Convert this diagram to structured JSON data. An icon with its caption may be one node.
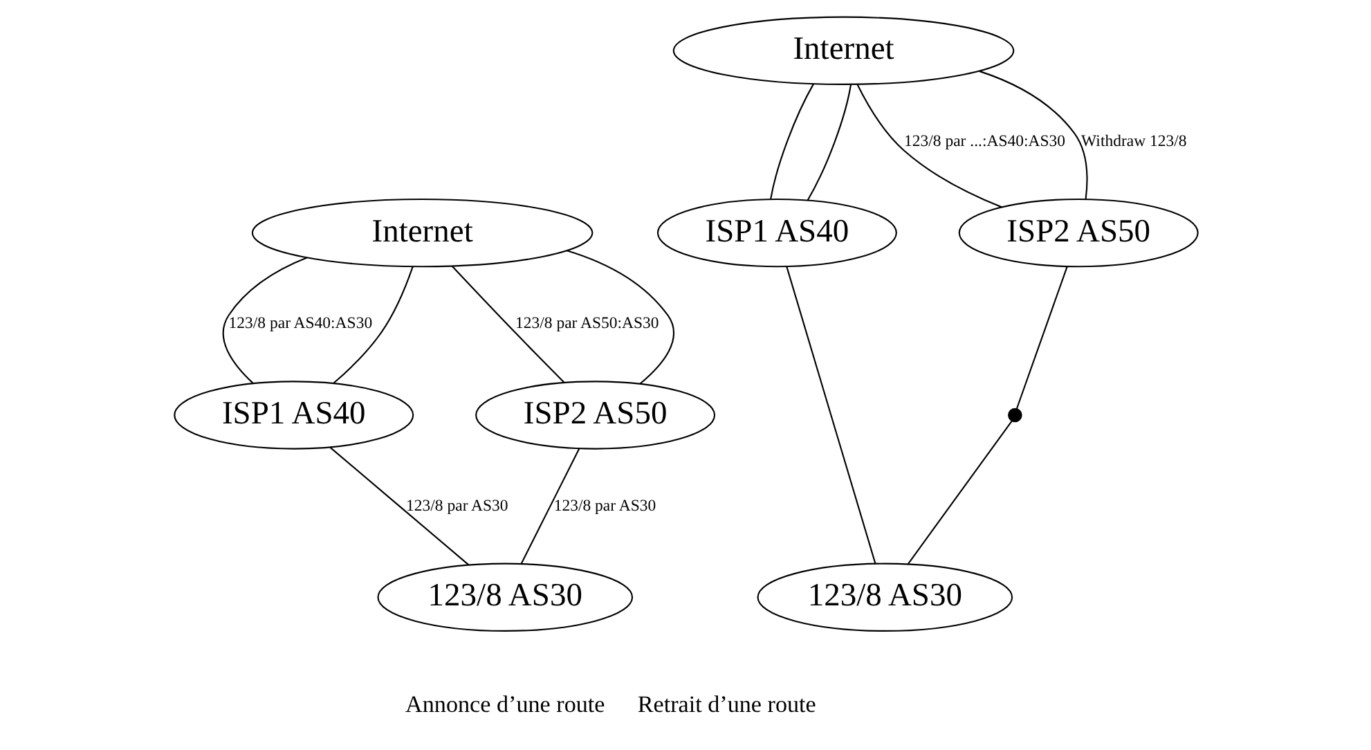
{
  "diagram": {
    "nodes": [
      {
        "text": [
          "Internet"
        ]
      },
      {
        "text": [
          "ISP1 AS40"
        ]
      },
      {
        "text": [
          "ISP2 AS50"
        ]
      },
      {
        "text": [
          "123/8 AS30"
        ]
      },
      {
        "text": [
          "Internet"
        ]
      },
      {
        "text": [
          "ISP1 AS40"
        ]
      },
      {
        "text": [
          "ISP2 AS50"
        ]
      },
      {
        "text": [
          "123/8 AS30"
        ]
      },
      {
        "text": [],
        "shape": "cross"
      }
    ],
    "edges": [
      {
        "from": 0,
        "to": 1,
        "arrow": "none",
        "label": "123/8 par AS40:AS30"
      },
      {
        "from": 0,
        "to": 1,
        "arrow": "none"
      },
      {
        "from": 0,
        "to": 2,
        "arrow": "none",
        "label": "123/8 par AS50:AS30"
      },
      {
        "from": 0,
        "to": 2,
        "arrow": "none"
      },
      {
        "from": 1,
        "to": 3,
        "arrow": "none",
        "label": "123/8 par AS30"
      },
      {
        "from": 2,
        "to": 3,
        "arrow": "none",
        "label": "123/8 par AS30"
      },
      {
        "from": 4,
        "to": 5,
        "arrow": "none"
      },
      {
        "from": 4,
        "to": 5,
        "arrow": "none"
      },
      {
        "from": 4,
        "to": 6,
        "arrow": "none",
        "label": "123/8 par ...:AS40:AS30"
      },
      {
        "from": 4,
        "to": 6,
        "arrow": "none",
        "label": "Withdraw 123/8"
      },
      {
        "from": 5,
        "to": 7,
        "arrow": "none"
      },
      {
        "from": 6,
        "to": 8,
        "arrow": "none"
      },
      {
        "from": 8,
        "to": 7,
        "arrow": "none"
      }
    ],
    "labels": [
      "Annonce d’une route",
      "Retrait d’une route"
    ]
  }
}
